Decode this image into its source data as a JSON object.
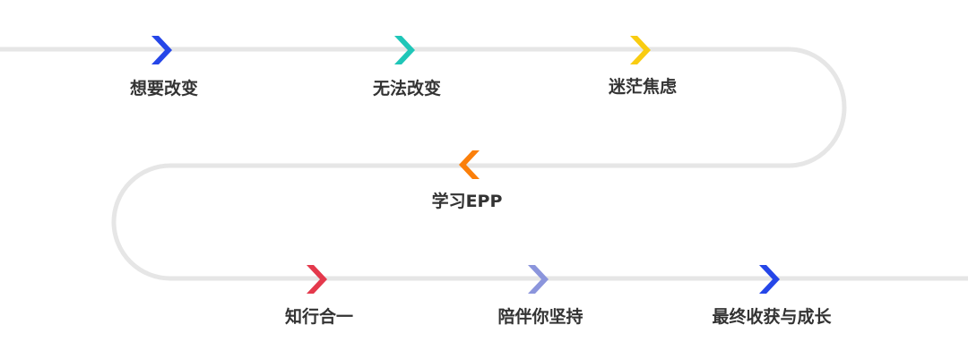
{
  "colors": {
    "track": "#e6e6e6",
    "label": "#333333"
  },
  "steps": [
    {
      "label": "想要改变",
      "arrow_color": "#2546e8",
      "direction": "right"
    },
    {
      "label": "无法改变",
      "arrow_color": "#1fc6b8",
      "direction": "right"
    },
    {
      "label": "迷茫焦虑",
      "arrow_color": "#f9cc11",
      "direction": "right"
    },
    {
      "label": "学习EPP",
      "arrow_color": "#fb7f0a",
      "direction": "left"
    },
    {
      "label": "知行合一",
      "arrow_color": "#e4394c",
      "direction": "right"
    },
    {
      "label": "陪伴你坚持",
      "arrow_color": "#8b95dc",
      "direction": "right"
    },
    {
      "label": "最终收获与成长",
      "arrow_color": "#2546e8",
      "direction": "right"
    }
  ]
}
